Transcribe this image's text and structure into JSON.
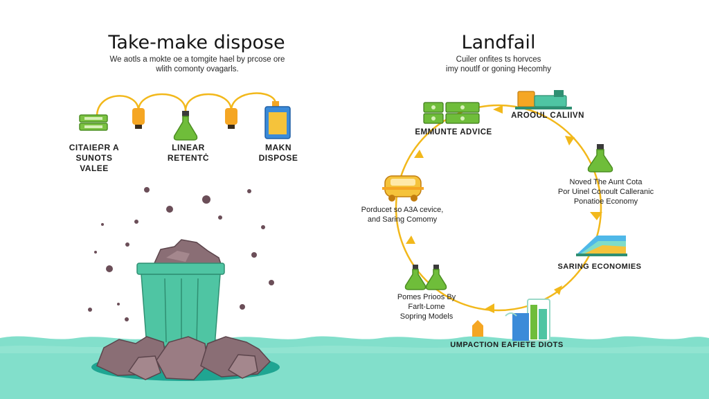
{
  "left_panel": {
    "title": "Take-make dispose",
    "subtitle": [
      "We aotls a mokte oe a tomgite hael by prcose ore",
      "wlith comonty ovagarls."
    ],
    "steps": [
      {
        "lines": [
          "CITAIEԲR A",
          "SUNOTS",
          "VALEE"
        ],
        "icon": "cash-stack-icon"
      },
      {
        "lines": [
          "LINEAR",
          "RETENTĊ"
        ],
        "icon": "flask-icon"
      },
      {
        "lines": [
          "MAKN",
          "DISPOSE"
        ],
        "icon": "battery-icon"
      }
    ],
    "connector_icon": "bulb-icon",
    "waste_icon": "trash-bin-icon"
  },
  "right_panel": {
    "title": "Landfail",
    "subtitle": [
      "Cuiler onfites ts horvces",
      "imy noutlf or goning Hecomhy"
    ],
    "cycle_nodes": [
      {
        "lines": [
          "EMMUNTE ADVICE"
        ],
        "icon": "cash-stack-icon"
      },
      {
        "lines": [
          "AROOUL CALIIVN"
        ],
        "icon": "delivery-truck-icon"
      },
      {
        "lines": [
          "Noved The Aunt Cota",
          "Por Uinel Conoult Calleranic",
          "Ponatioe Economy"
        ],
        "icon": "flask-icon"
      },
      {
        "lines": [
          "SARING ECONOMIES"
        ],
        "icon": "layered-sheets-icon"
      },
      {
        "lines": [
          "UMPACTION EAFIETE DIOTS"
        ],
        "icon": "recycle-bin-icon"
      },
      {
        "lines": [
          "Pomes Prioos By",
          "Farlt-Lome",
          "Sopring Models"
        ],
        "icon": "flask-pair-icon"
      },
      {
        "lines": [
          "Porducet so A3A cevice,",
          "and Saring Comomy"
        ],
        "icon": "car-icon"
      }
    ]
  },
  "colors": {
    "water": "#7fdcc8",
    "bin": "#4fc5a3",
    "rocks": "#8a6e75",
    "arrows": "#f2b81b",
    "green": "#6fbd3a",
    "amber": "#f5a623"
  }
}
